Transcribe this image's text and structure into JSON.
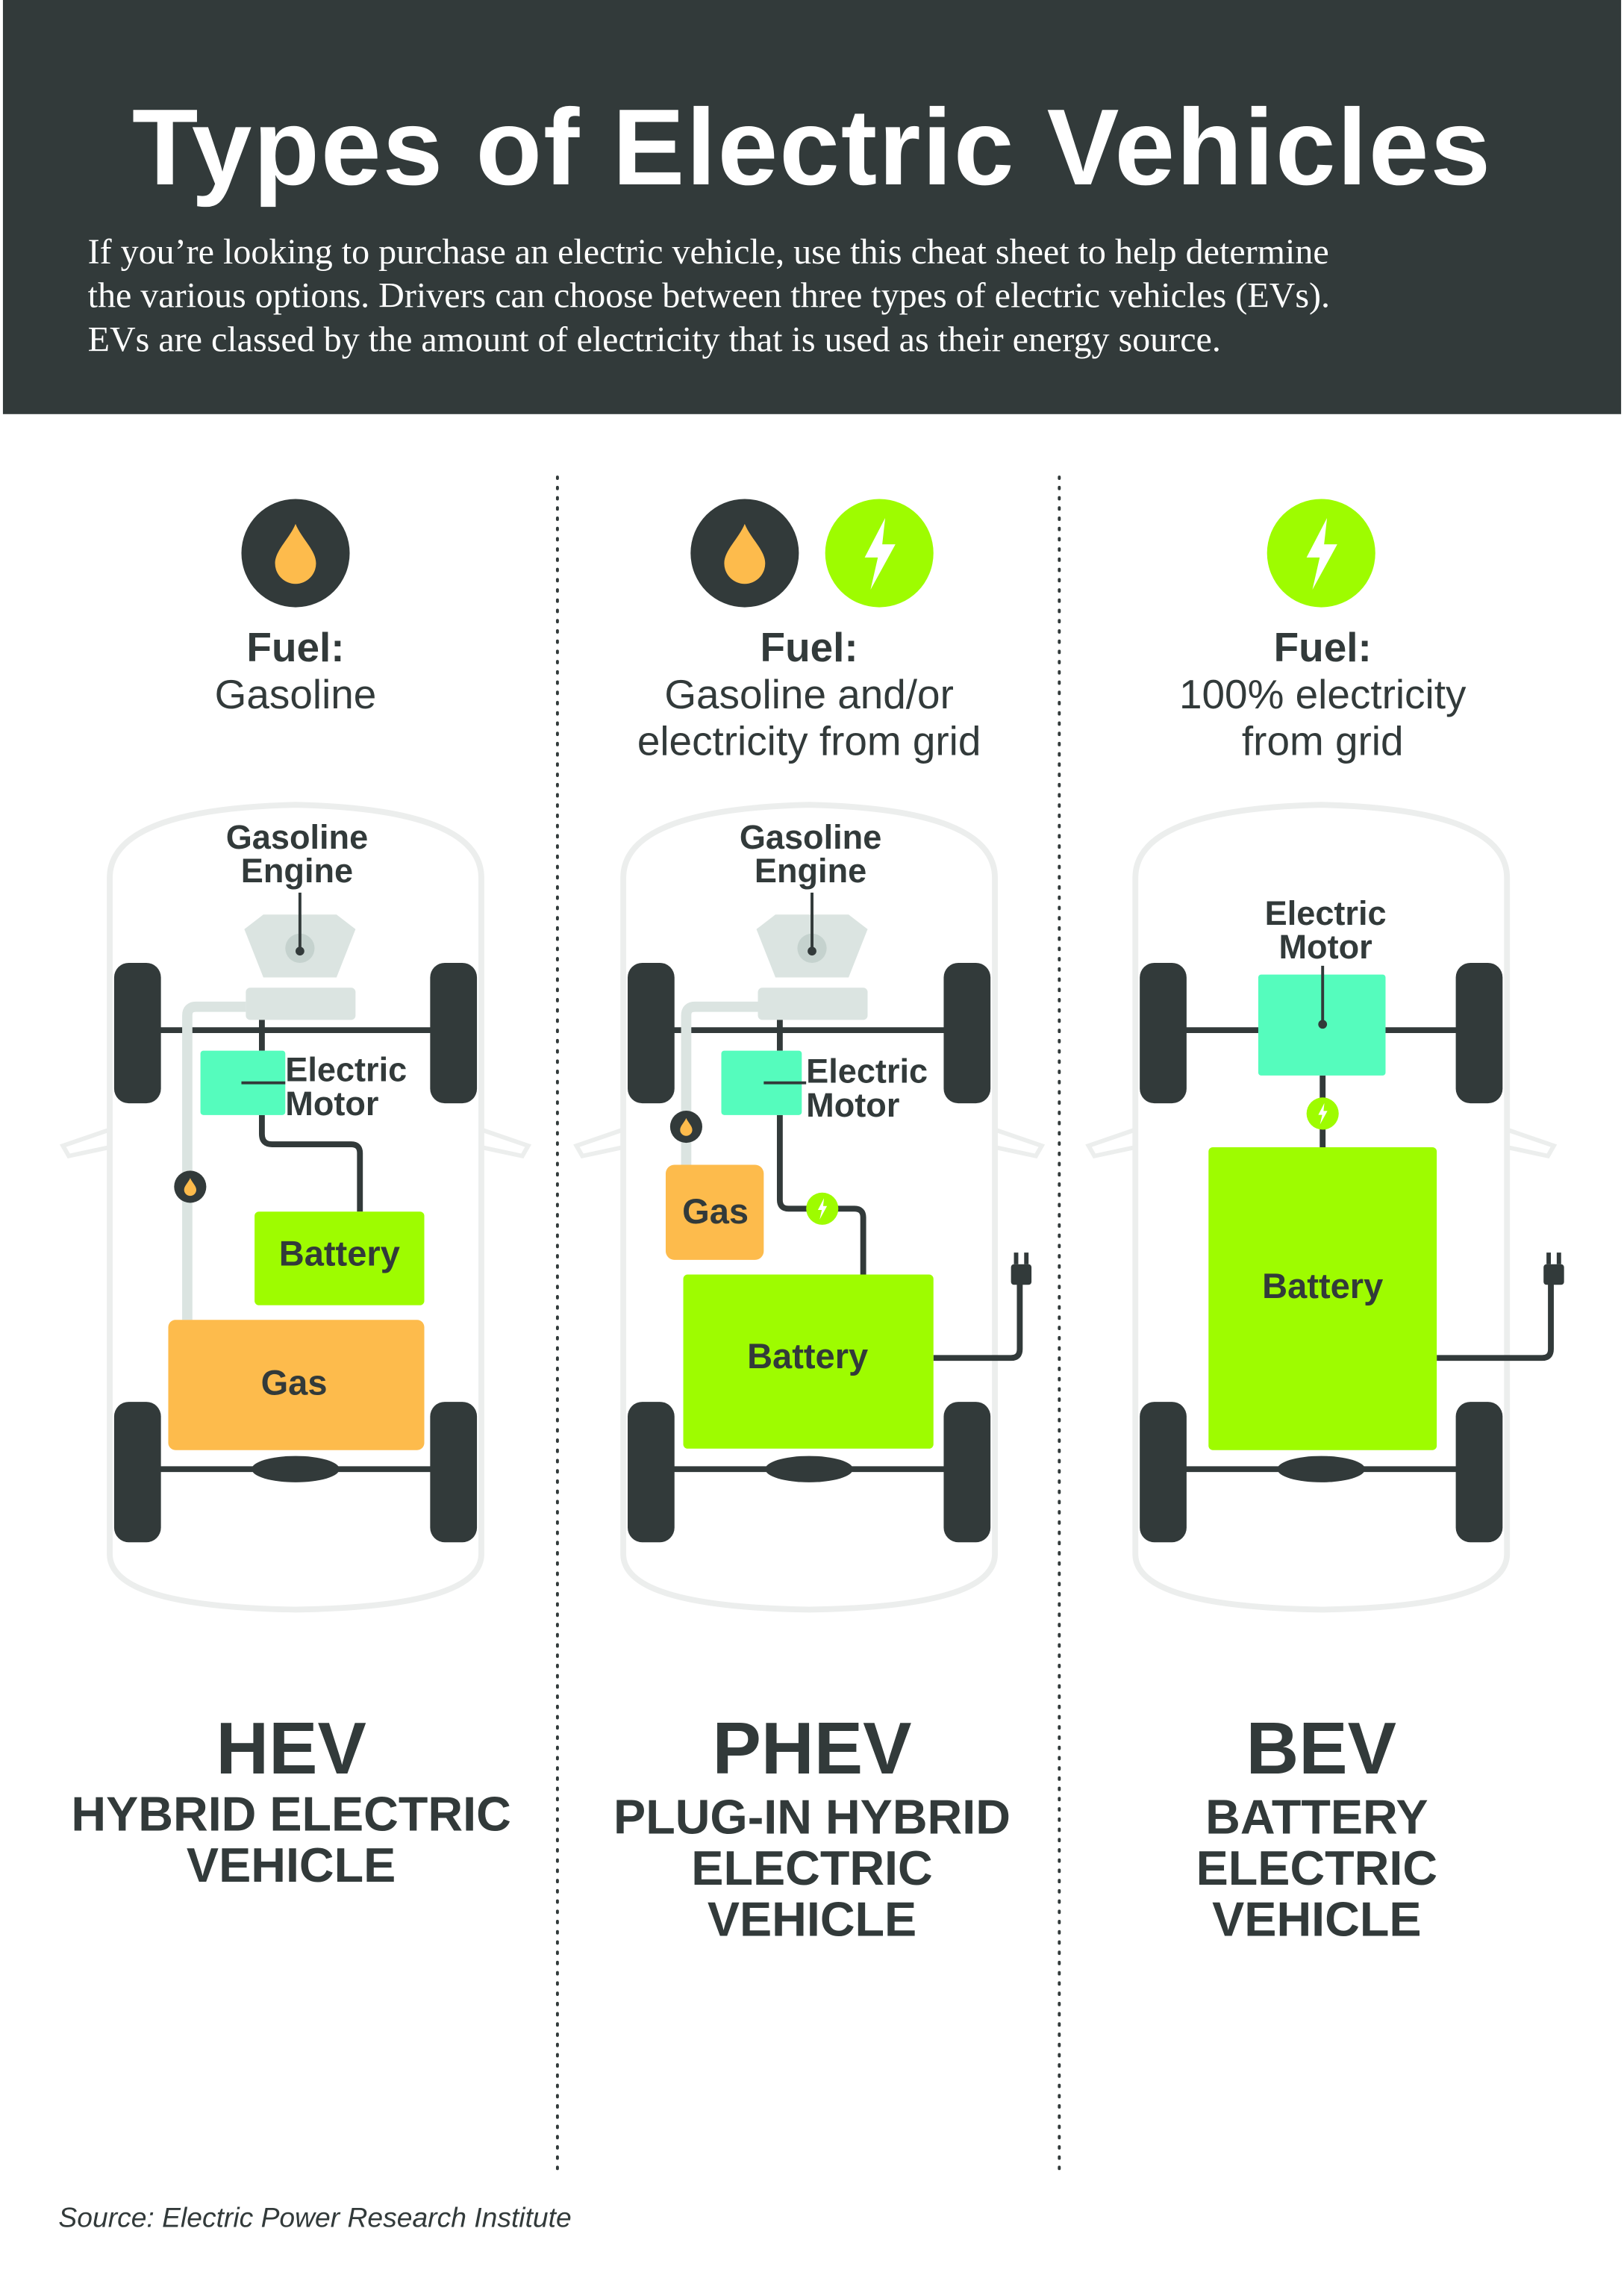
{
  "header": {
    "title": "Types of Electric Vehicles",
    "intro_lines": [
      "If you’re looking to purchase an electric vehicle, use this cheat sheet to help determine",
      "the various options. Drivers can choose between three types of electric vehicles (EVs).",
      "EVs are classed by the amount of electricity that is used as their energy source."
    ]
  },
  "colors": {
    "dark": "#323a3a",
    "gas": "#fdbb4c",
    "battery": "#9efc00",
    "motor": "#55fcbd",
    "engine": "#dbe4e1",
    "car_outline": "#eceeed"
  },
  "columns": [
    {
      "fuel_label": "Fuel:",
      "fuel_lines": [
        "Gasoline"
      ],
      "icons": [
        "gas-drop-icon"
      ],
      "engine_label": [
        "Gasoline",
        "Engine"
      ],
      "motor_label": [
        "Electric",
        "Motor"
      ],
      "battery": "Battery",
      "gas": "Gas",
      "abbr": "HEV",
      "full": [
        "HYBRID ELECTRIC",
        "VEHICLE"
      ]
    },
    {
      "fuel_label": "Fuel:",
      "fuel_lines": [
        "Gasoline and/or",
        "electricity from grid"
      ],
      "icons": [
        "gas-drop-icon",
        "lightning-bolt-icon"
      ],
      "engine_label": [
        "Gasoline",
        "Engine"
      ],
      "motor_label": [
        "Electric",
        "Motor"
      ],
      "battery": "Battery",
      "gas": "Gas",
      "abbr": "PHEV",
      "full": [
        "PLUG-IN HYBRID",
        "ELECTRIC",
        "VEHICLE"
      ]
    },
    {
      "fuel_label": "Fuel:",
      "fuel_lines": [
        "100% electricity",
        "from grid"
      ],
      "icons": [
        "lightning-bolt-icon"
      ],
      "motor_label": [
        "Electric",
        "Motor"
      ],
      "battery": "Battery",
      "abbr": "BEV",
      "full": [
        "BATTERY",
        "ELECTRIC",
        "VEHICLE"
      ]
    }
  ],
  "footer": {
    "source": "Source: Electric Power Research Institute"
  }
}
